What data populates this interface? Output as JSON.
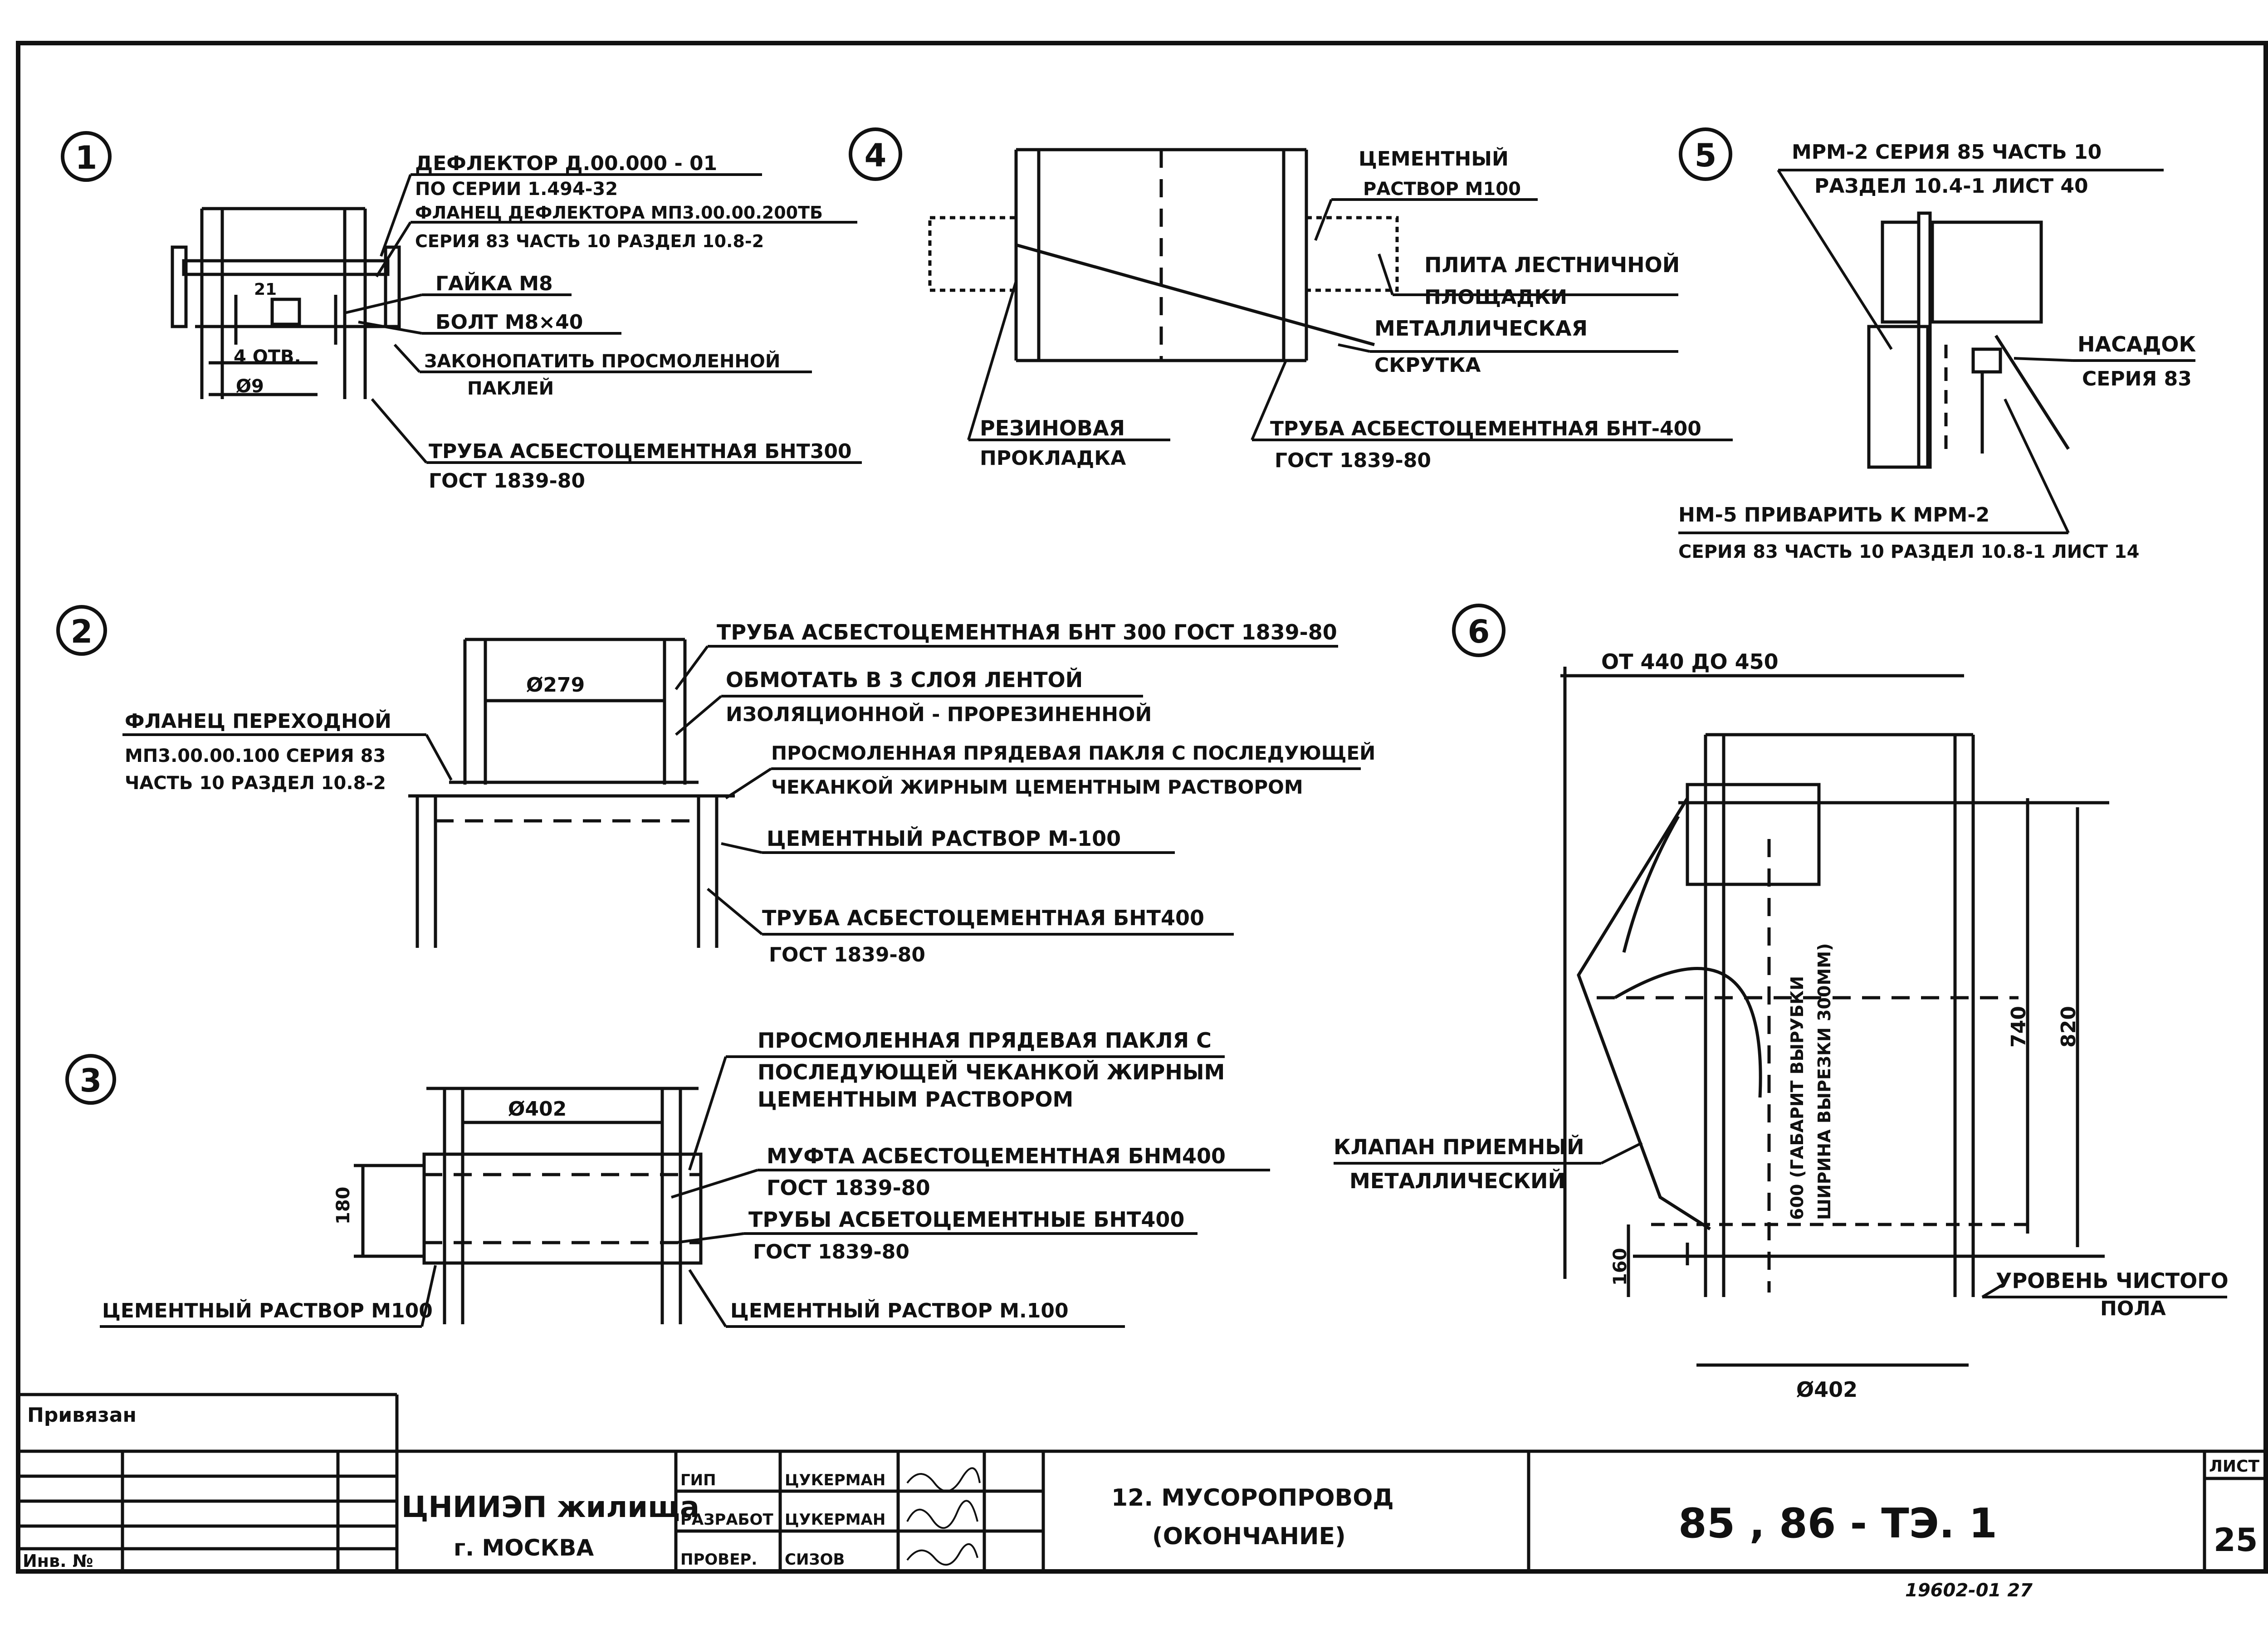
{
  "details": {
    "d1": {
      "number": "1",
      "labels": [
        "ДЕФЛЕКТОР  Д.00.000 - 01",
        "ПО СЕРИИ  1.494-32",
        "ФЛАНЕЦ  ДЕФЛЕКТОРА  МП3.00.00.200ТБ",
        "СЕРИЯ 83  ЧАСТЬ 10  РАЗДЕЛ 10.8-2",
        "ГАЙКА М8",
        "БОЛТ  М8×40",
        "ЗАКОНОПАТИТЬ  ПРОСМОЛЕННОЙ",
        "ПАКЛЕЙ",
        "ТРУБА  АСБЕСТОЦЕМЕНТНАЯ  БНТ300",
        "ГОСТ  1839-80"
      ],
      "dims": [
        "4 ОТВ.",
        "Ø9",
        "21"
      ]
    },
    "d2": {
      "number": "2",
      "labels": [
        "ТРУБА  АСБЕСТОЦЕМЕНТНАЯ   БНТ 300  ГОСТ 1839-80",
        "ОБМОТАТЬ  В  3 СЛОЯ  ЛЕНТОЙ",
        "ИЗОЛЯЦИОННОЙ - ПРОРЕЗИНЕННОЙ",
        "ПРОСМОЛЕННАЯ  ПРЯДЕВАЯ ПАКЛЯ С ПОСЛЕДУЮЩЕЙ",
        "ЧЕКАНКОЙ  ЖИРНЫМ  ЦЕМЕНТНЫМ  РАСТВОРОМ",
        "ЦЕМЕНТНЫЙ  РАСТВОР  М-100",
        "ТРУБА   АСБЕСТОЦЕМЕНТНАЯ  БНТ400",
        "ГОСТ  1839-80",
        "ФЛАНЕЦ   ПЕРЕХОДНОЙ",
        "МП3.00.00.100  СЕРИЯ  83",
        "ЧАСТЬ 10  РАЗДЕЛ  10.8-2"
      ],
      "dims": [
        "Ø279"
      ]
    },
    "d3": {
      "number": "3",
      "labels": [
        "ПРОСМОЛЕННАЯ  ПРЯДЕВАЯ  ПАКЛЯ  С",
        "ПОСЛЕДУЮЩЕЙ    ЧЕКАНКОЙ    ЖИРНЫМ",
        "ЦЕМЕНТНЫМ  РАСТВОРОМ",
        "МУФТА  АСБЕСТОЦЕМЕНТНАЯ  БНМ400",
        "ГОСТ  1839-80",
        "ТРУБЫ  АСБЕТОЦЕМЕНТНЫЕ  БНТ400",
        "ГОСТ  1839-80",
        "ЦЕМЕНТНЫЙ  РАСТВОР  М.100",
        "ЦЕМЕНТНЫЙ  РАСТВОР  М100"
      ],
      "dims": [
        "Ø402",
        "180"
      ]
    },
    "d4": {
      "number": "4",
      "labels": [
        "ЦЕМЕНТНЫЙ",
        "РАСТВОР  М100",
        "ПЛИТА  ЛЕСТНИЧНОЙ",
        "ПЛОЩАДКИ",
        "МЕТАЛЛИЧЕСКАЯ",
        "СКРУТКА",
        "РЕЗИНОВАЯ",
        "ПРОКЛАДКА",
        "ТРУБА  АСБЕСТОЦЕМЕНТНАЯ  БНТ-400",
        "ГОСТ  1839-80"
      ]
    },
    "d5": {
      "number": "5",
      "labels": [
        "МРМ-2   СЕРИЯ 85  ЧАСТЬ 10",
        "РАЗДЕЛ  10.4-1  ЛИСТ 40",
        "НАСАДОК",
        "СЕРИЯ 83",
        "НМ-5  ПРИВАРИТЬ  К  МРМ-2",
        "СЕРИЯ 83  ЧАСТЬ 10  РАЗДЕЛ  10.8-1  ЛИСТ 14"
      ]
    },
    "d6": {
      "number": "6",
      "labels": [
        "ОТ  440  ДО  450",
        "КЛАПАН  ПРИЕМНЫЙ",
        "МЕТАЛЛИЧЕСКИЙ",
        "УРОВЕНЬ  ЧИСТОГО",
        "ПОЛА",
        "600 (ГАБАРИТ  ВЫРУБКИ",
        "ШИРИНА  ВЫРЕЗКИ  300ММ)"
      ],
      "dims": [
        "740",
        "820",
        "160",
        "Ø402"
      ]
    }
  },
  "title_block": {
    "bound": "Привязан",
    "inv_no": "Инв. №",
    "org_line1": "ЦНИИЭП  жилища",
    "org_line2": "г. МОСКВА",
    "roles": [
      "ГИП",
      "РАЗРАБОТ",
      "ПРОВЕР."
    ],
    "names": [
      "ЦУКЕРМАН",
      "ЦУКЕРМАН",
      "СИЗОВ"
    ],
    "sheet_title_line1": "12. МУСОРОПРОВОД",
    "sheet_title_line2": "(ОКОНЧАНИЕ)",
    "doc_code": "85 , 86 - ТЭ. 1",
    "sheet_label": "ЛИСТ",
    "sheet_no": "25",
    "archive_no": "19602-01   27"
  }
}
